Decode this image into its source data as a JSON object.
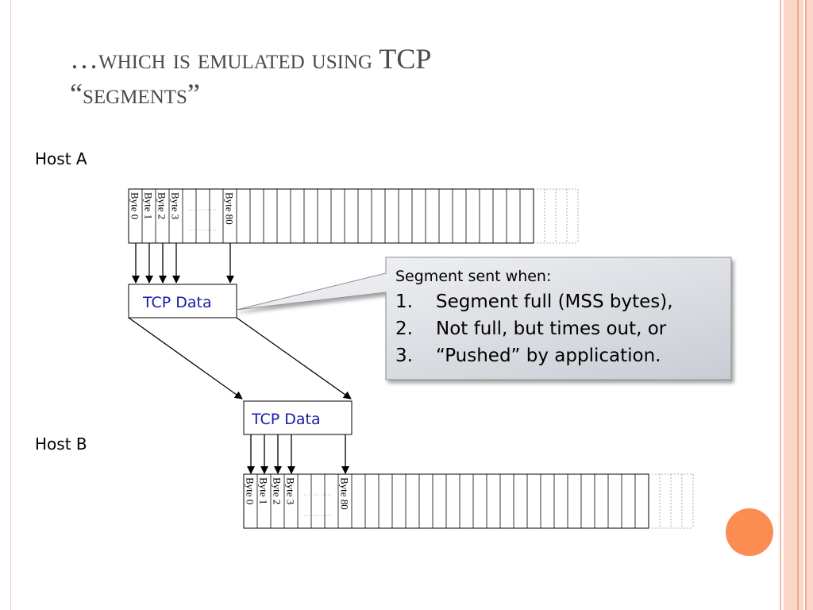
{
  "slide": {
    "title_line1": "…which is emulated using TCP",
    "title_line2": "“segments”"
  },
  "diagram": {
    "host_a_label": "Host A",
    "host_b_label": "Host B",
    "bytes": [
      "Byte 0",
      "Byte 1",
      "Byte 2",
      "Byte 3",
      "Byte 80"
    ],
    "tcp_data_label": "TCP Data",
    "callout": {
      "heading": "Segment sent when:",
      "items": [
        {
          "num": "1.",
          "text": "Segment full (MSS bytes),"
        },
        {
          "num": "2.",
          "text": "Not full, but times out, or"
        },
        {
          "num": "3.",
          "text": "“Pushed” by application."
        }
      ]
    }
  },
  "colors": {
    "accent": "#fc8d52",
    "stripe": "#fbd7ca",
    "tcp_text": "#1a1aa8"
  }
}
